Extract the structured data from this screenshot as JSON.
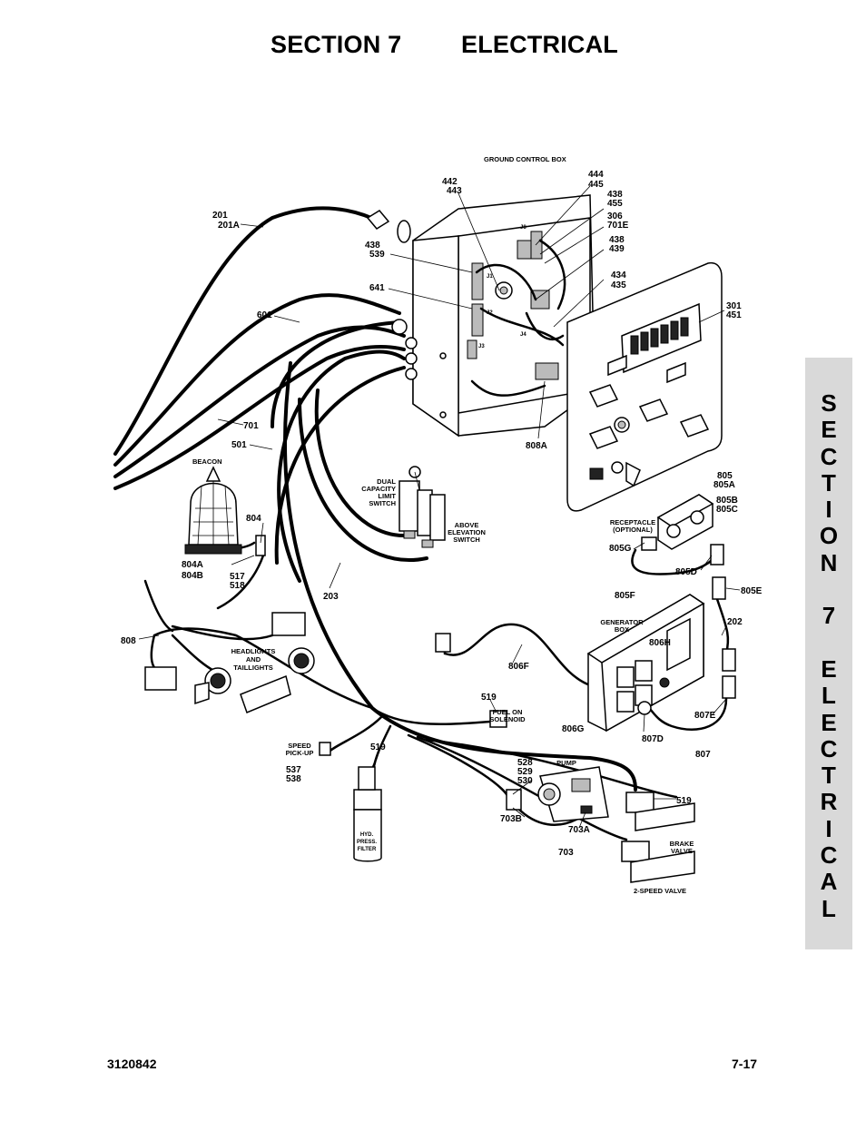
{
  "header": {
    "section": "SECTION 7",
    "title": "ELECTRICAL"
  },
  "side_tab": {
    "text": "SECTION 7 ELECTRICAL",
    "lines": [
      "S",
      "E",
      "C",
      "T",
      "I",
      "O",
      "N",
      "",
      "7",
      "",
      "E",
      "L",
      "E",
      "C",
      "T",
      "R",
      "I",
      "C",
      "A",
      "L"
    ]
  },
  "footer": {
    "doc_number": "3120842",
    "page": "7-17"
  },
  "diagram": {
    "component_labels": {
      "ground_control_box": "GROUND CONTROL BOX",
      "beacon": "BEACON",
      "dual_limit_switch": [
        "DUAL",
        "CAPACITY",
        "LIMIT",
        "SWITCH"
      ],
      "above_elevation_switch": [
        "ABOVE",
        "ELEVATION",
        "SWITCH"
      ],
      "receptacle": [
        "RECEPTACLE",
        "(OPTIONAL)"
      ],
      "generator_box": [
        "GENERATOR",
        "BOX"
      ],
      "headlights": [
        "HEADLIGHTS",
        "AND",
        "TAILLIGHTS"
      ],
      "fuel_solenoid": [
        "FUEL ON",
        "SOLENOID"
      ],
      "speed_pickup": [
        "SPEED",
        "PICK-UP"
      ],
      "pump": "PUMP",
      "filter": [
        "HYD.",
        "PRESS.",
        "FILTER"
      ],
      "brake_valve": [
        "BRAKE",
        "VALVE"
      ],
      "two_speed_valve": "2-SPEED VALVE"
    },
    "connector_labels": [
      "J1",
      "J2",
      "J3",
      "J4",
      "J8"
    ],
    "callouts": {
      "c201": [
        "201",
        "201A"
      ],
      "c442": [
        "442",
        "443"
      ],
      "c444": [
        "444",
        "445"
      ],
      "c438a": [
        "438",
        "455"
      ],
      "c306": [
        "306",
        "701E"
      ],
      "c438b": [
        "438",
        "539"
      ],
      "c438c": [
        "438",
        "439"
      ],
      "c434": [
        "434",
        "435"
      ],
      "c641": "641",
      "c301": [
        "301",
        "451"
      ],
      "c601": "601",
      "c701": "701",
      "c501": "501",
      "c808A": "808A",
      "c805": [
        "805",
        "805A"
      ],
      "c805B": [
        "805B",
        "805C"
      ],
      "c804": "804",
      "c804A": [
        "804A",
        "804B"
      ],
      "c517": [
        "517",
        "518"
      ],
      "c203": "203",
      "c805G": "805G",
      "c805D": "805D",
      "c805F": "805F",
      "c805E": "805E",
      "c202": "202",
      "c808": "808",
      "c806H": "806H",
      "c806F": "806F",
      "c519a": "519",
      "c806G": "806G",
      "c807D": "807D",
      "c807E": "807E",
      "c807": "807",
      "c519b": "519",
      "c537": [
        "537",
        "538"
      ],
      "c528": [
        "528",
        "529",
        "530"
      ],
      "c703B": "703B",
      "c703A": "703A",
      "c703": "703",
      "c519c": "519"
    }
  }
}
